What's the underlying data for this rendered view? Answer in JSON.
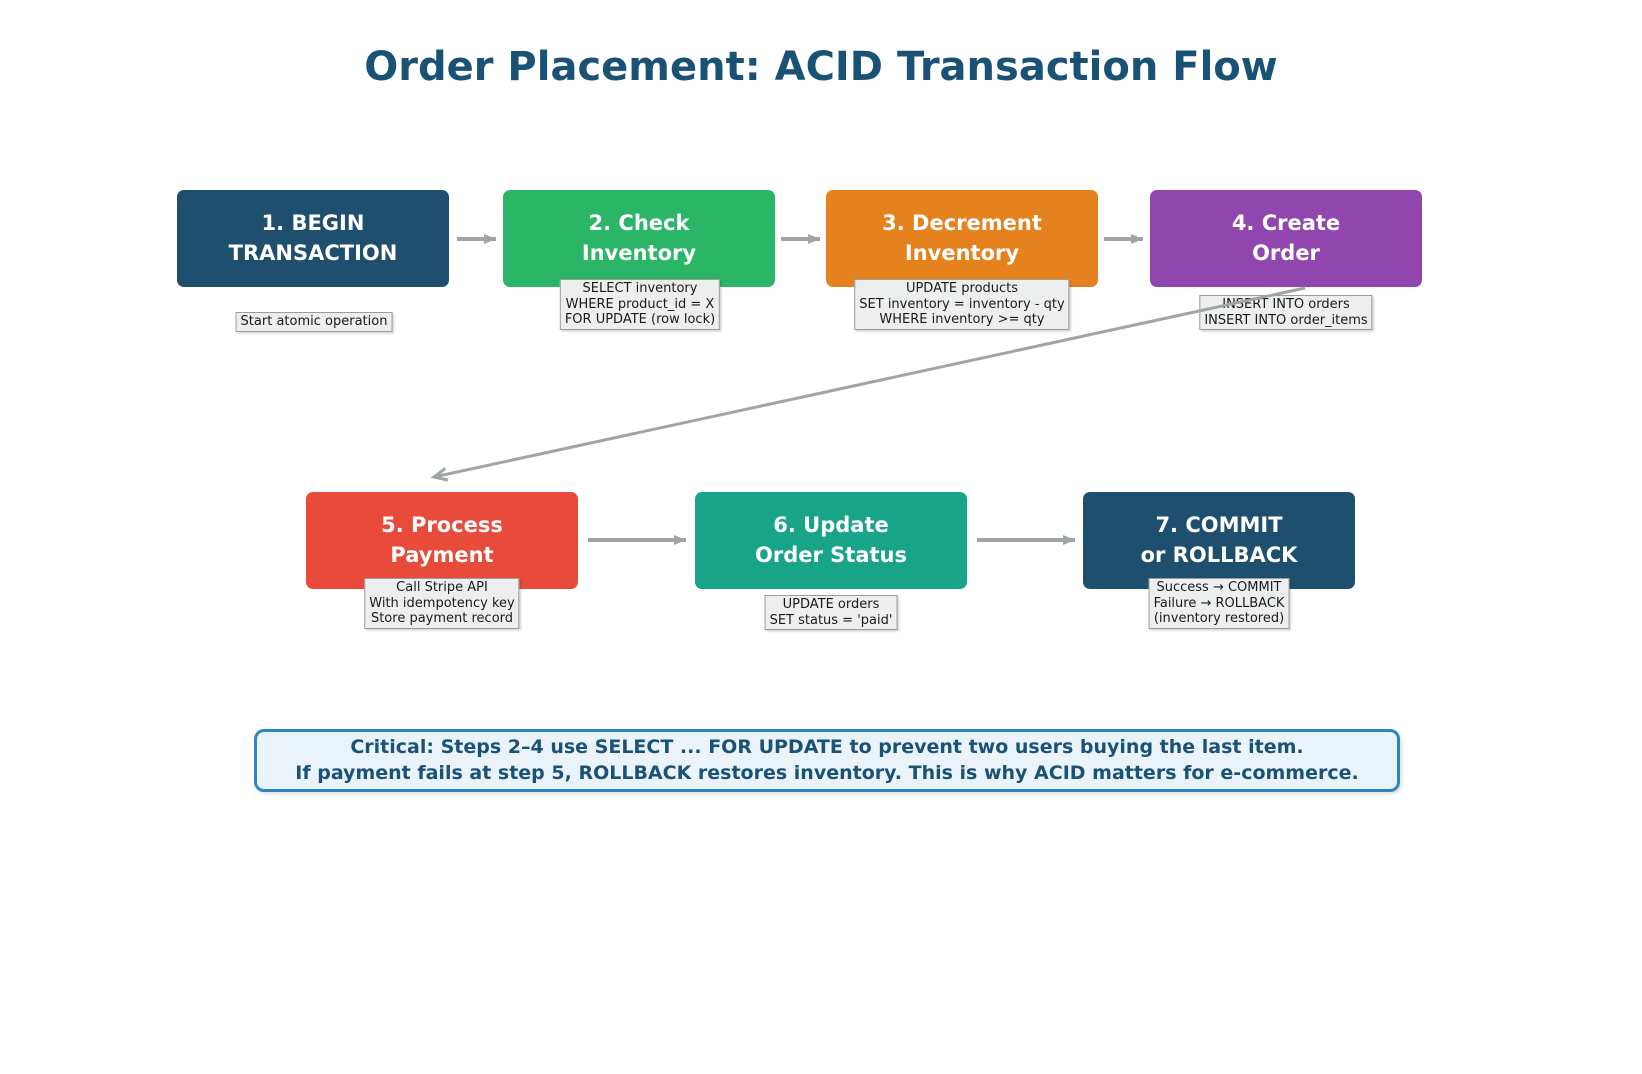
{
  "title": "Order Placement: ACID Transaction Flow",
  "colors": {
    "navy": "#1E4F6E",
    "green": "#2BB667",
    "orange": "#E6821E",
    "purple": "#9146AF",
    "red": "#E84B3C",
    "teal": "#18A489",
    "arrow_gray": "#9FA5A5",
    "caption_bg": "#EDEEEE",
    "caption_border": "#9C9C9C",
    "note_border": "#2E86C1",
    "note_bg": "#EAF2FA",
    "heading_text": "#1A5276"
  },
  "steps": [
    {
      "label": "1. BEGIN\nTRANSACTION",
      "caption": "Start atomic operation"
    },
    {
      "label": "2. Check\nInventory",
      "caption": "SELECT inventory\nWHERE product_id = X\nFOR UPDATE (row lock)"
    },
    {
      "label": "3. Decrement\nInventory",
      "caption": "UPDATE products\nSET inventory = inventory - qty\nWHERE inventory >= qty"
    },
    {
      "label": "4. Create\nOrder",
      "caption": "INSERT INTO orders\nINSERT INTO order_items"
    },
    {
      "label": "5. Process\nPayment",
      "caption": "Call Stripe API\nWith idempotency key\nStore payment record"
    },
    {
      "label": "6. Update\nOrder Status",
      "caption": "UPDATE orders\nSET status = 'paid'"
    },
    {
      "label": "7. COMMIT\nor ROLLBACK",
      "caption": "Success → COMMIT\nFailure → ROLLBACK\n(inventory restored)"
    }
  ],
  "note": "Critical: Steps 2–4 use SELECT ... FOR UPDATE to prevent two users buying the last item.\nIf payment fails at step 5, ROLLBACK restores inventory. This is why ACID matters for e-commerce."
}
